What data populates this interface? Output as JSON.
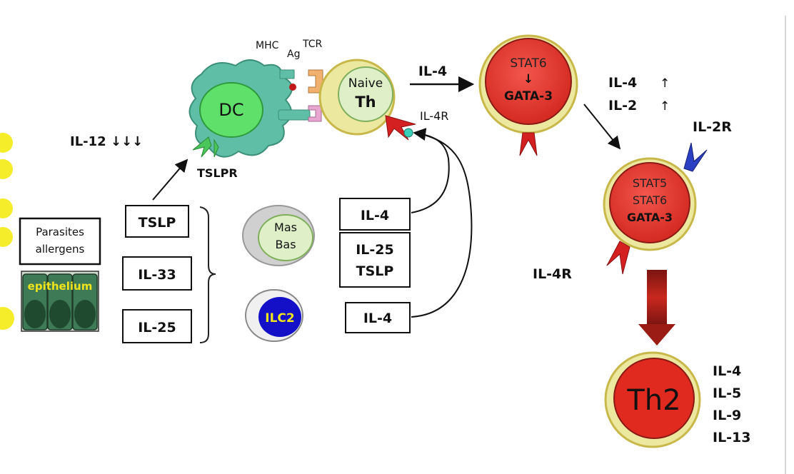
{
  "epithelium": {
    "source_box": "Parasites\nallergens",
    "label": "epithelium"
  },
  "cytokine_boxes": {
    "tslp": "TSLP",
    "il33": "IL-33",
    "il25": "IL-25"
  },
  "dc": {
    "label": "DC",
    "receptor_label": "TSLPR",
    "il12_label": "IL-12 ↓↓↓",
    "mhc_label": "MHC",
    "ag_label": "Ag",
    "tcr_label": "TCR"
  },
  "naive_th": {
    "line1": "Naive",
    "line2": "Th",
    "receptor_label": "IL-4R"
  },
  "innate_cells": {
    "mas_bas_line1": "Mas",
    "mas_bas_line2": "Bas",
    "ilc2": "ILC2"
  },
  "innate_output_boxes": {
    "mas_bas_il4": "IL-4",
    "il25_tslp_line1": "IL-25",
    "il25_tslp_line2": "TSLP",
    "ilc2_il4": "IL-4"
  },
  "arrow_il4_label": "IL-4",
  "stat6_cell": {
    "line1": "STAT6",
    "arrow": "↓",
    "line2": "GATA-3"
  },
  "upregulated": {
    "il4": "IL-4",
    "il2": "IL-2",
    "up_arrow": "↑"
  },
  "il2r_label": "IL-2R",
  "stat5_cell": {
    "line1": "STAT5",
    "line2": "STAT6",
    "line3": "GATA-3"
  },
  "il4r_label": "IL-4R",
  "th2_cell": {
    "label": "Th2",
    "cytokines": [
      "IL-4",
      "IL-5",
      "IL-9",
      "IL-13"
    ]
  },
  "colors": {
    "dc_body": "#5fbfa6",
    "dc_nucleus": "#5fe06a",
    "cell_ring": "#ece8a0",
    "cell_ring_stroke": "#c8b84a",
    "naive_nucleus": "#dff0c8",
    "red_cell": "#e23a33",
    "receptor_red": "#d42020",
    "receptor_green": "#4bc65a",
    "receptor_blue": "#2a3fc4",
    "ilc2_blue": "#1410c8",
    "ilc2_text": "#f0e41c",
    "epithelium_green": "#2f6a46",
    "epithelium_text": "#f0e41c",
    "yellow_dots": "#f5ec2a",
    "big_arrow": "#b0221a"
  }
}
